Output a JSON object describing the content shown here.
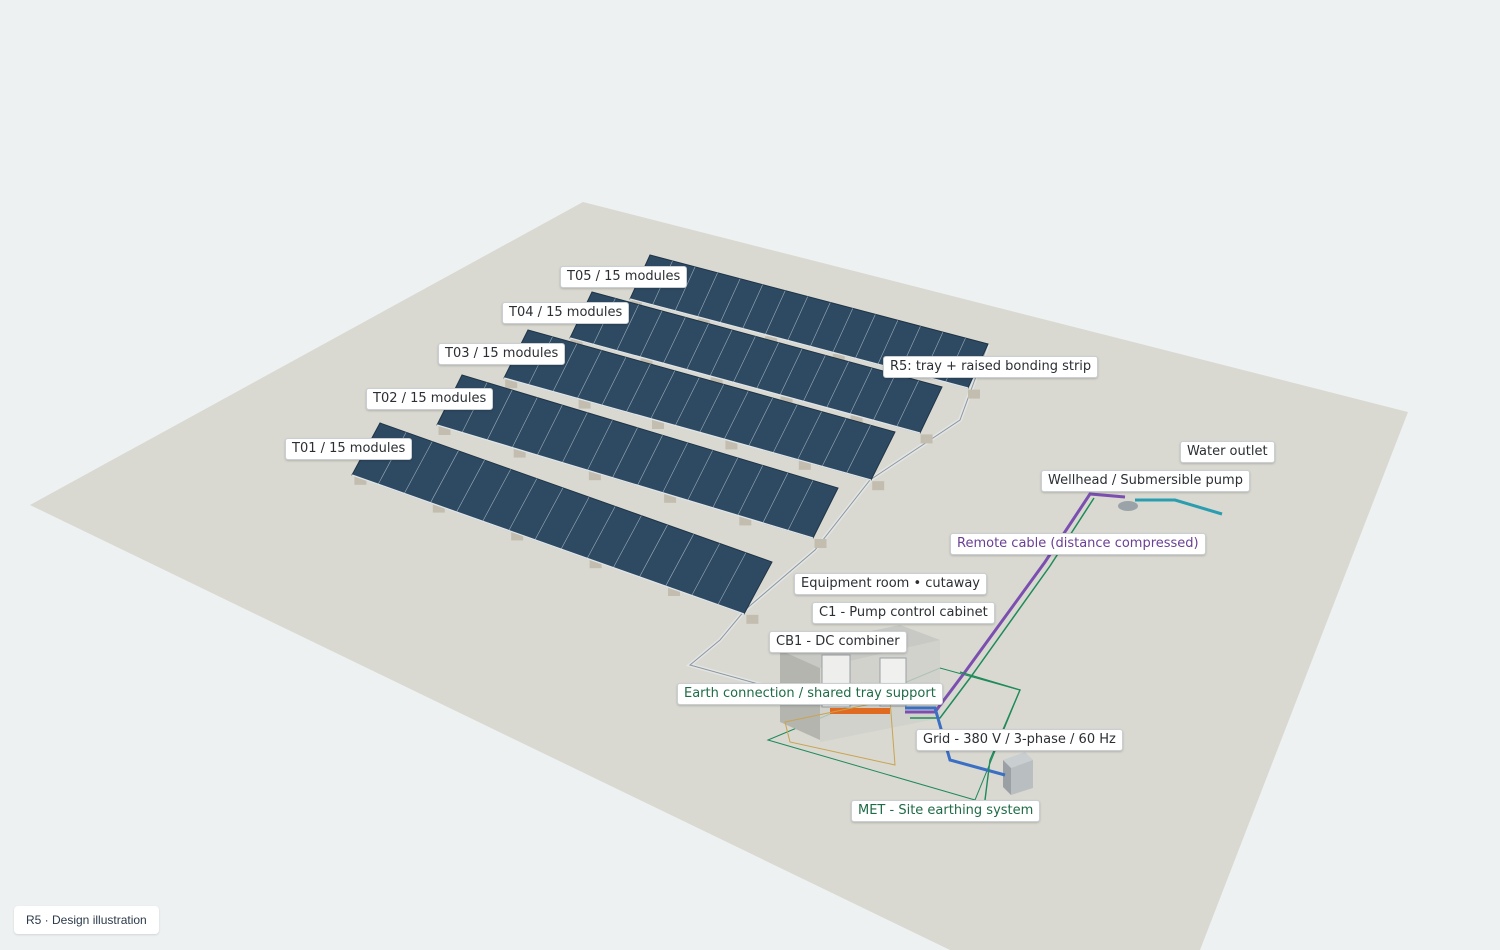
{
  "colors": {
    "background": "#edf1f1",
    "ground": "#d9d9d1",
    "panel": "#2e4a62",
    "earth_line": "#1f8a5a",
    "remote_cable": "#7b4fb0",
    "water_pipe": "#2a9db0",
    "grid_cable": "#3a6fc4"
  },
  "labels": {
    "t05": "T05 / 15 modules",
    "t04": "T04 / 15 modules",
    "t03": "T03 / 15 modules",
    "t02": "T02 / 15 modules",
    "t01": "T01 / 15 modules",
    "r5_tray": "R5: tray + raised bonding strip",
    "water_outlet": "Water outlet",
    "wellhead": "Wellhead / Submersible pump",
    "remote_cable": "Remote cable (distance compressed)",
    "equipment_room": "Equipment room • cutaway",
    "c1": "C1 - Pump control cabinet",
    "cb1": "CB1 - DC combiner",
    "earth_connection": "Earth connection / shared tray support",
    "grid": "Grid - 380 V / 3-phase / 60 Hz",
    "met": "MET - Site earthing system"
  },
  "footer": {
    "badge": "R5 · Design illustration"
  }
}
